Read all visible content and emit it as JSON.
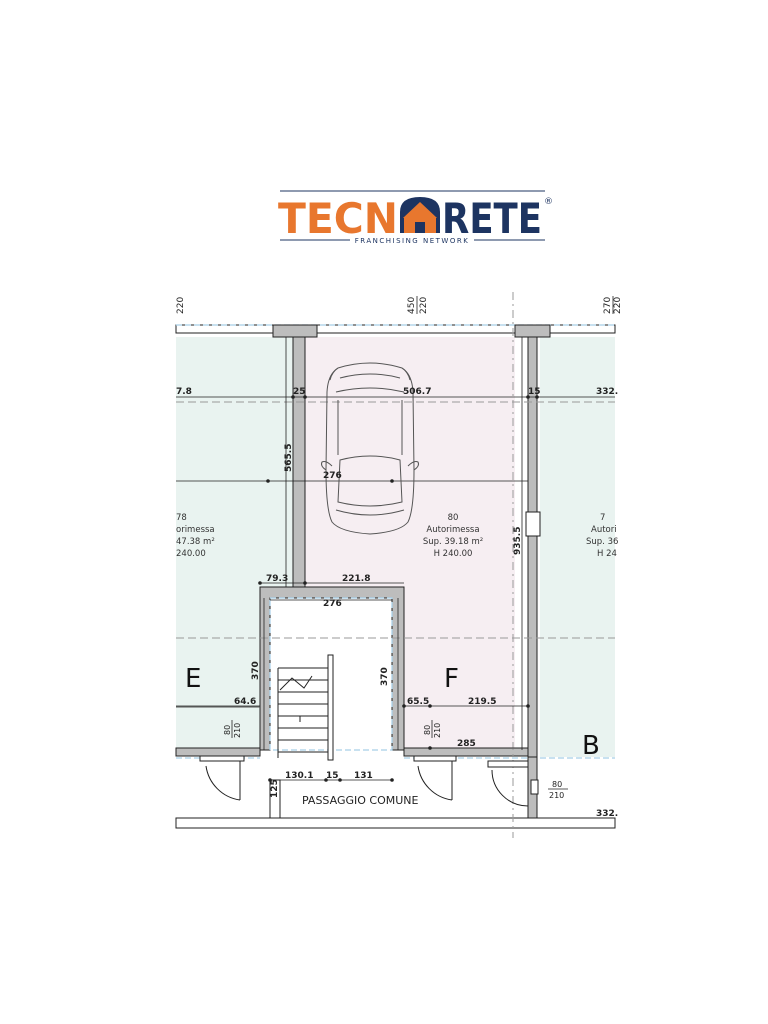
{
  "logo": {
    "text_left": "TECN",
    "text_right": "RETE",
    "tagline": "FRANCHISING   NETWORK",
    "registered": "®",
    "colors": {
      "orange": "#e8772e",
      "navy": "#1d3461"
    }
  },
  "plan": {
    "colors": {
      "wall": "#bdbdbd",
      "garage": "#f6eef2",
      "room": "#e9f3f0",
      "line": "#222222",
      "dash": "#999999",
      "tile": "#a6cfe8"
    },
    "top_dims": {
      "left": "220",
      "mid_upper": "450",
      "mid_lower": "220",
      "right_upper": "270",
      "right_lower": "220"
    },
    "dims": {
      "d_7_8": "7.8",
      "d_25": "25",
      "d_506_7": "506.7",
      "d_15": "15",
      "d_332_top": "332.",
      "d_565_5": "565.5",
      "d_276_mid": "276",
      "d_935_5": "935.5",
      "d_79_3": "79.3",
      "d_221_8": "221.8",
      "d_276_stair": "276",
      "d_370_left": "370",
      "d_370_right": "370",
      "d_64_6": "64.6",
      "d_65_5": "65.5",
      "d_219_5": "219.5",
      "d_285": "285",
      "d_130_1": "130.1",
      "d_15_bottom": "15",
      "d_131": "131",
      "d_125": "125",
      "d_332_bottom": "332."
    },
    "doors": {
      "left": {
        "w": "80",
        "h": "210"
      },
      "center": {
        "w": "80",
        "h": "210"
      },
      "right": {
        "w": "80",
        "h": "210"
      }
    },
    "rooms": {
      "center": {
        "number": "80",
        "name": "Autorimessa",
        "area": "Sup. 39.18 m²",
        "height": "H 240.00"
      },
      "left": {
        "number": "78",
        "name": "orimessa",
        "area": "47.38 m²",
        "height": "240.00"
      },
      "right": {
        "number": "7",
        "name": "Autori",
        "area": "Sup. 36",
        "height": "H 24"
      }
    },
    "zones": {
      "e": "E",
      "f": "F",
      "b": "B"
    },
    "corridor": "PASSAGGIO COMUNE"
  }
}
